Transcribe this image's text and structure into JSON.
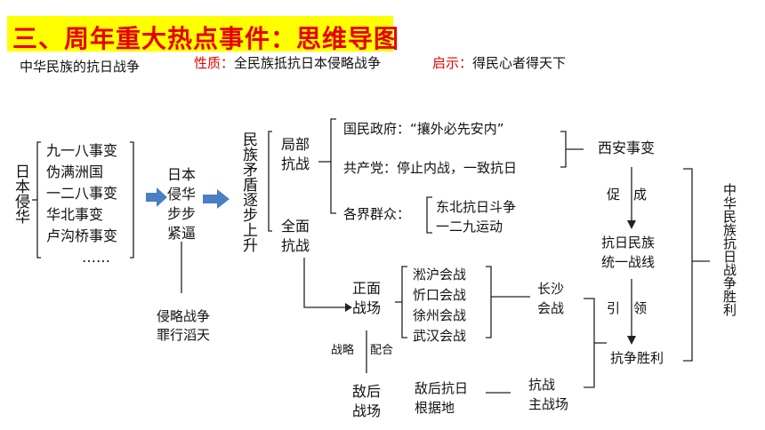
{
  "header": {
    "title": "三、周年重大热点事件：思维导图",
    "topic": "中华民族的抗日战争",
    "nature_label": "性质：",
    "nature_value": "全民族抵抗日本侵略战争",
    "insight_label": "启示：",
    "insight_value": "得民心者得天下"
  },
  "diagram": {
    "japan_invasion": "日本侵华",
    "incidents": [
      "九一八事变",
      "伪满洲国",
      "一二八事变",
      "华北事变",
      "卢沟桥事变",
      "……"
    ],
    "japan_step": [
      "日本",
      "侵华",
      "步步",
      "紧逼"
    ],
    "crimes": [
      "侵略战争",
      "罪行滔天"
    ],
    "conflict_rise": "民族矛盾逐步上升",
    "local_war": [
      "局部",
      "抗战"
    ],
    "full_war": [
      "全面",
      "抗战"
    ],
    "nationalist": "国民政府：“攘外必先安内”",
    "communist": "共产党：停止内战，一致抗日",
    "all_circles": "各界群众：",
    "masses_events": [
      "东北抗日斗争",
      "一二九运动"
    ],
    "xian": "西安事变",
    "promote": "促　成",
    "united_front": [
      "抗日民族",
      "统一战线"
    ],
    "guide": "引　领",
    "victory": "抗争胜利",
    "final": "中华民族抗日战争胜利",
    "front_battlefield": [
      "正面",
      "战场"
    ],
    "battles": [
      "淞沪会战",
      "忻口会战",
      "徐州会战",
      "武汉会战"
    ],
    "changsha": [
      "长沙",
      "会战"
    ],
    "strategy": "战略",
    "coordination": "配合",
    "rear_battlefield": [
      "敌后",
      "战场"
    ],
    "base_areas": [
      "敌后抗日",
      "根据地"
    ],
    "main_battlefield": [
      "抗战",
      "主战场"
    ]
  },
  "colors": {
    "banner": "#ffff00",
    "title": "#e60000",
    "arrow": "#4a7fc1"
  }
}
